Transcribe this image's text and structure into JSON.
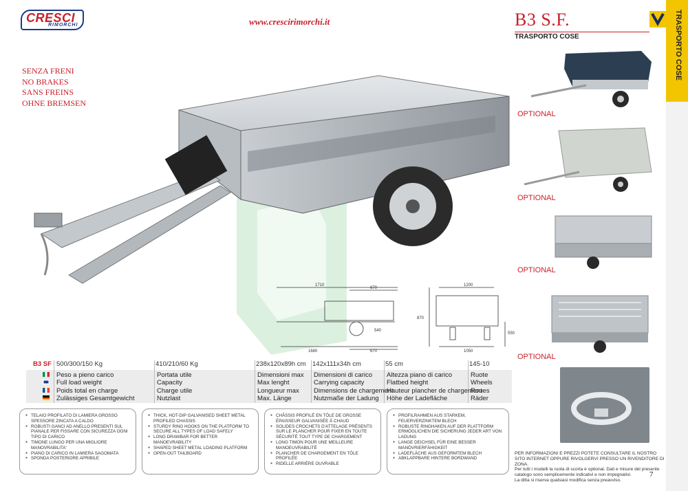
{
  "header": {
    "logo_text": "CRESCI",
    "logo_sub": "RIMORCHI",
    "website": "www.crescirimorchi.it"
  },
  "brakes": [
    "SENZA FRENI",
    "NO BRAKES",
    "SANS FREINS",
    "OHNE BREMSEN"
  ],
  "product": {
    "title": "B3 S.F.",
    "subtitle": "TRASPORTO COSE",
    "side_label": "TRASPORTO COSE"
  },
  "optionals": [
    "OPTIONAL",
    "OPTIONAL",
    "OPTIONAL",
    "OPTIONAL"
  ],
  "drawing": {
    "dims": [
      "1710",
      "670",
      "1200",
      "870",
      "540",
      "1680",
      "670",
      "1050",
      "550"
    ]
  },
  "spec": {
    "model": "B3 SF",
    "header": [
      "500/300/150 Kg",
      "410/210/60 Kg",
      "238x120x89h cm",
      "142x111x34h cm",
      "55 cm",
      "145-10"
    ],
    "rows": [
      [
        "Peso a pieno carico",
        "Portata utile",
        "Dimensioni max",
        "Dimensioni di carico",
        "Altezza piano di carico",
        "Ruote"
      ],
      [
        "Full load weight",
        "Capacity",
        "Max lenght",
        "Carrying capacity",
        "Flatbed height",
        "Wheels"
      ],
      [
        "Poids total en charge",
        "Charge utile",
        "Longueur max",
        "Dimensions de chargement",
        "Hauteur plancher de chargement",
        "Roues"
      ],
      [
        "Zulässiges Gesamtgewicht",
        "Nutzlast",
        "Max. Länge",
        "Nutzmaße der Ladung",
        "Höhe der Ladefläche",
        "Räder"
      ]
    ]
  },
  "features": {
    "it": [
      "TELAIO PROFILATO DI LAMIERA GROSSO SPESSORE ZINCATA A CALDO",
      "ROBUSTI GANCI AD ANELLO PRESENTI SUL PIANALE PER FISSARE CON SICUREZZA OGNI TIPO DI CARICO",
      "TIMONE LUNGO PER UNA MIGLIORE MANOVRABILITA'",
      "PIANO DI CARICO IN LAMIERA SAGOMATA",
      "SPONDA POSTERIORE APRIBILE"
    ],
    "en": [
      "THICK, HOT-DIP GALVANISED SHEET METAL PROFILED CHASSIS",
      "STURDY RING HOOKS ON THE PLATFORM TO SECURE ALL TYPES OF LOAD SAFELY",
      "LONG DRAWBAR FOR BETTER MANOEVRABILITY",
      "SHAPED SHEET METAL LOADING PLATFORM",
      "OPEN-OUT TAILBOARD"
    ],
    "fr": [
      "CHÂSSIS PROFILÉ EN TÔLE DE GROSSE ÉPAISSEUR GALVANISÉE À CHAUD",
      "SOLIDES CROCHETS D'ATTELAGE PRÉSENTS SUR LE PLANCHER POUR FIXER EN TOUTE SÉCURITÉ TOUT TYPE DE CHARGEMENT",
      "LONG TIMON POUR UNE MEILLEURE MANOEUVRABILITÉ",
      "PLANCHER DE CHARGEMENT EN TÔLE PROFILÉE",
      "RIDELLE ARRIÈRE OUVRABLE"
    ],
    "de": [
      "PROFILRAHMEN AUS STARKEM, FEUERVERZINKTEM BLECH",
      "ROBUSTE RINGHAKEN AUF DER PLATTFORM ERMÖGLICHEN DIE SICHERUNG JEDER ART VON LADUNG",
      "LANGE DEICHSEL FÜR EINE BESSER MANÖVRIERFÄHIGKEIT",
      "LADEFLÄCHE AUS GEFORMTEM BLECH",
      "ABKLAPPBARE HINTERE BORDWAND"
    ]
  },
  "info": {
    "line1": "PER INFORMAZIONI E PREZZI POTETE CONSULTARE IL NOSTRO SITO INTERNET OPPURE RIVOLGERVI PRESSO UN RIVENDITORE DI ZONA.",
    "line2": "Per tutti i modelli la ruota di scorta è optional. Dati e misure del presente catalogo sono semplicemente indicativi e non impegnativi.",
    "line3": "La ditta si riserva qualsiasi modifica senza preavviso."
  },
  "page_number": "7",
  "colors": {
    "accent_red": "#c8202a",
    "accent_yellow": "#f2c500",
    "logo_blue": "#1a3a8a"
  }
}
